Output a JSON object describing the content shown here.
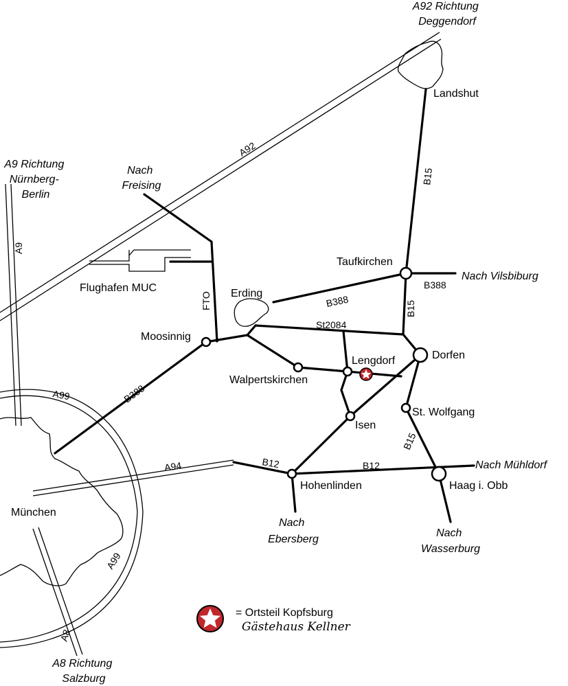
{
  "colors": {
    "background": "#ffffff",
    "ink": "#000000",
    "marker": "#c0282c"
  },
  "directions": {
    "deggendorf": [
      "A92 Richtung",
      "Deggendorf"
    ],
    "nuernberg": [
      "A9 Richtung",
      "Nürnberg-",
      "Berlin"
    ],
    "freising": [
      "Nach",
      "Freising"
    ],
    "vilsbiburg": "Nach Vilsbiburg",
    "muehldorf": "Nach Mühldorf",
    "ebersberg": [
      "Nach",
      "Ebersberg"
    ],
    "wasserburg": [
      "Nach",
      "Wasserburg"
    ],
    "salzburg": [
      "A8 Richtung",
      "Salzburg"
    ]
  },
  "towns": {
    "landshut": "Landshut",
    "taufkirchen": "Taufkirchen",
    "erding": "Erding",
    "flughafen": "Flughafen MUC",
    "moosinning": "Moosinnig",
    "walpertskirchen": "Walpertskirchen",
    "lengdorf": "Lengdorf",
    "dorfen": "Dorfen",
    "st_wolfgang": "St. Wolfgang",
    "isen": "Isen",
    "hohenlinden": "Hohenlinden",
    "haag": "Haag i. Obb",
    "muenchen": "München"
  },
  "road_labels": {
    "a92": "A92",
    "a9": "A9",
    "ft0": "FTO",
    "b15_north": "B15",
    "b15_mid": "B15",
    "b15_south": "B15",
    "b388_east": "B388",
    "b388_erding": "B388",
    "b388_west": "B388",
    "st2084": "St2084",
    "a99_north": "A99",
    "a99_south": "A99",
    "a94": "A94",
    "b12_west": "B12",
    "b12_east": "B12",
    "a8": "A8"
  },
  "legend": {
    "marker_icon": "star-marker-icon",
    "label": "= Ortsteil Kopfsburg",
    "name": "Gästehaus Kellner"
  }
}
